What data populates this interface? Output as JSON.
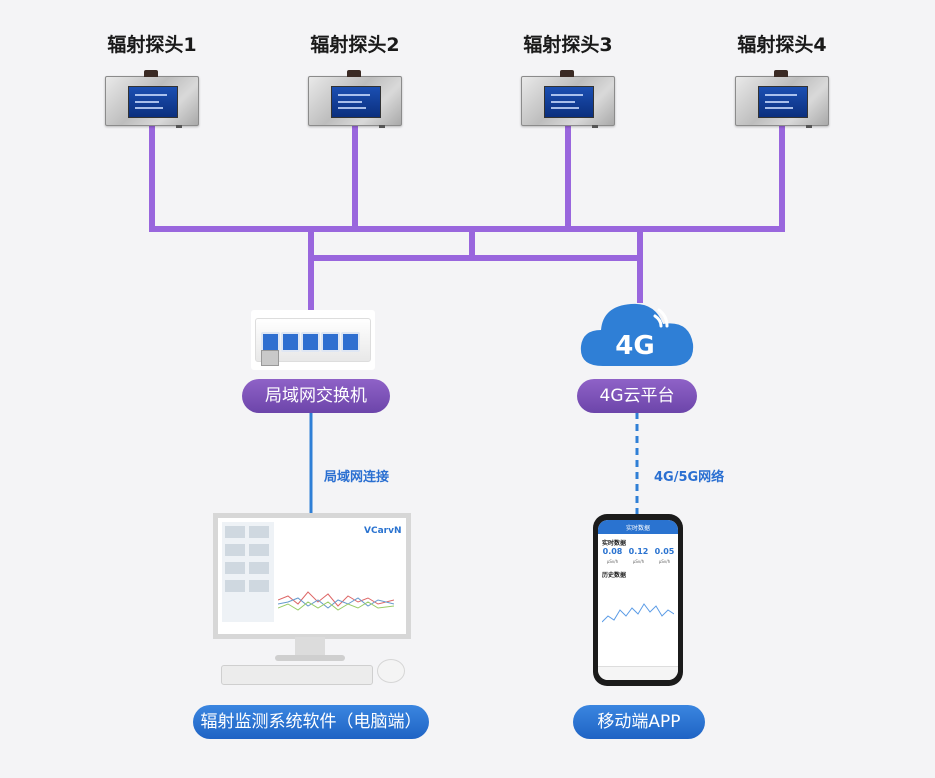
{
  "probes": [
    {
      "label": "辐射探头1"
    },
    {
      "label": "辐射探头2"
    },
    {
      "label": "辐射探头3"
    },
    {
      "label": "辐射探头4"
    }
  ],
  "switch": {
    "label": "局域网交换机"
  },
  "cloud": {
    "label": "4G云平台",
    "icon_text": "4G"
  },
  "links": {
    "lan": "局域网连接",
    "cellular": "4G/5G网络"
  },
  "pc": {
    "label": "辐射监测系统软件（电脑端）",
    "brand": "VCarvN"
  },
  "app": {
    "label": "移动端APP",
    "screen_title": "实时数据",
    "section_realtime": "实时数据",
    "readings": [
      {
        "value": "0.08",
        "unit": "μSv/h"
      },
      {
        "value": "0.12",
        "unit": "μSv/h"
      },
      {
        "value": "0.05",
        "unit": "μSv/h"
      }
    ],
    "section_history": "历史数据"
  },
  "colors": {
    "bus": "#9966dd",
    "lan_line": "#2f7fd6",
    "pill_purple": "#7b52b8",
    "pill_blue": "#2a73d0"
  }
}
